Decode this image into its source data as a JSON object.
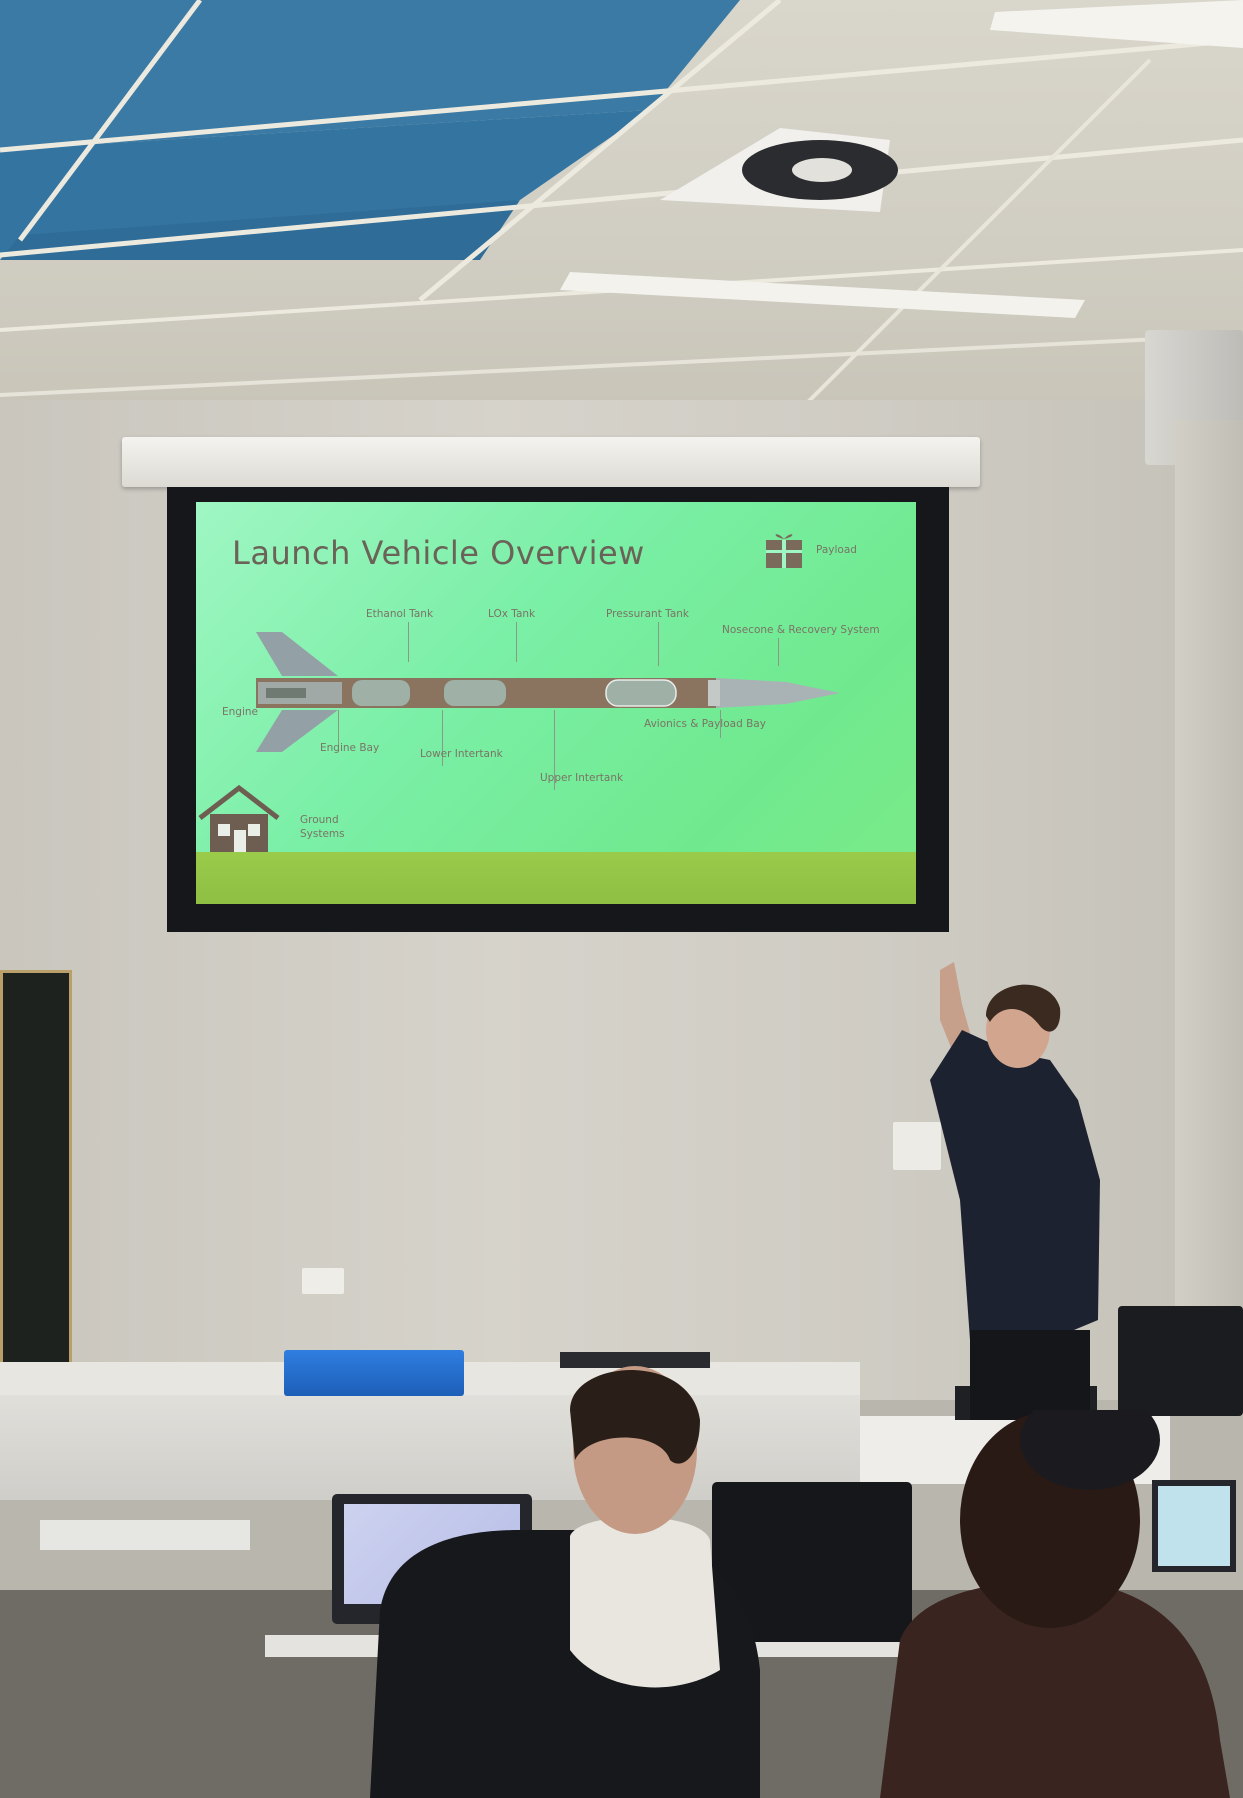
{
  "slide": {
    "title": "Launch Vehicle Overview",
    "icons": {
      "payload": "gift-icon",
      "ground": "house-icon"
    },
    "labels": {
      "payload": "Payload",
      "ethanol_tank": "Ethanol Tank",
      "lox_tank": "LOx Tank",
      "pressurant_tank": "Pressurant Tank",
      "nosecone": "Nosecone & Recovery System",
      "engine": "Engine",
      "engine_bay": "Engine Bay",
      "lower_intertank": "Lower Intertank",
      "upper_intertank": "Upper Intertank",
      "avionics": "Avionics & Payload Bay",
      "ground_line1": "Ground",
      "ground_line2": "Systems"
    },
    "colors": {
      "background": "#7aefa6",
      "ground": "#9acb4a",
      "title": "#6b6258",
      "rocket_body": "#8a7460",
      "rocket_tank": "#9fb0a6"
    }
  },
  "scene": {
    "ceiling_tile_color": "#3f7fa8",
    "wall_color": "#d0cdc5"
  }
}
